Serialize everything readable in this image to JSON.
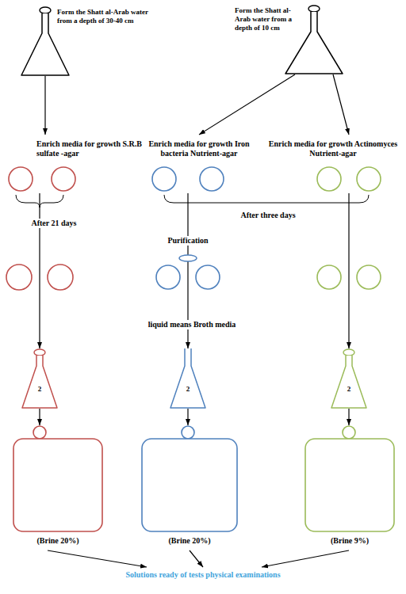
{
  "diagram": {
    "nodes": [
      {
        "text": [
          "Form the Shatt al-Arab water from a depth of 30-40 cm"
        ]
      },
      {
        "text": [
          "Form the Shatt al-Arab water from a depth of 10 cm"
        ]
      },
      {
        "text": [
          "Enrich media for growth S.R.B sulfate -agar"
        ]
      },
      {
        "text": [
          "Enrich media for growth Iron bacteria Nutrient-agar"
        ]
      },
      {
        "text": [
          "Enrich media for growth Actinomyces Nutrient-agar"
        ]
      },
      {
        "text": [
          "2"
        ]
      },
      {
        "text": [
          "2"
        ]
      },
      {
        "text": [
          "2"
        ]
      },
      {
        "text": [
          "(Brine 20%)"
        ]
      },
      {
        "text": [
          "(Brine 20%)"
        ]
      },
      {
        "text": [
          "(Brine 9%)"
        ]
      },
      {
        "text": [
          "Solutions ready of tests physical examinations"
        ]
      }
    ],
    "edges": [
      {
        "from": 0,
        "to": 2,
        "arrow": "to"
      },
      {
        "from": 1,
        "to": 3,
        "arrow": "to"
      },
      {
        "from": 1,
        "to": 4,
        "arrow": "to"
      },
      {
        "from": 2,
        "to": 5,
        "arrow": "to"
      },
      {
        "from": 3,
        "to": 6,
        "arrow": "to"
      },
      {
        "from": 4,
        "to": 7,
        "arrow": "to"
      },
      {
        "from": 5,
        "to": 8,
        "arrow": "to"
      },
      {
        "from": 6,
        "to": 9,
        "arrow": "to"
      },
      {
        "from": 7,
        "to": 10,
        "arrow": "to"
      },
      {
        "from": 8,
        "to": 11,
        "arrow": "to"
      },
      {
        "from": 9,
        "to": 11,
        "arrow": "to"
      },
      {
        "from": 10,
        "to": 11,
        "arrow": "to"
      }
    ],
    "labels": [
      "After 21 days",
      "After three days",
      "Purification",
      "liquid means Broth media"
    ]
  }
}
